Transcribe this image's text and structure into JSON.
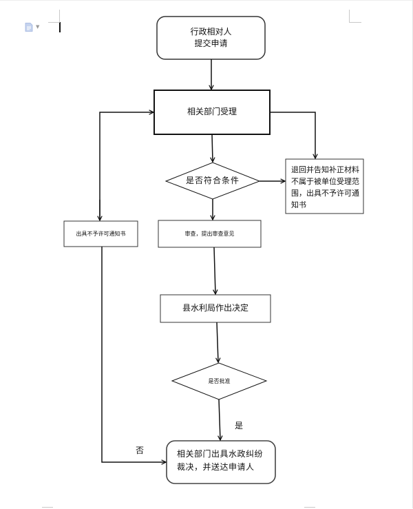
{
  "page": {
    "toolbar_icon": "document-icon"
  },
  "flowchart": {
    "nodes": {
      "start": {
        "line1": "行政相对人",
        "line2": "提交申请"
      },
      "accept": {
        "label": "相关部门受理"
      },
      "condition": {
        "label": "是否符合条件"
      },
      "return_notice": {
        "text": "退回并告知补正材料不属于被单位受理范围，出具不予许可通知书"
      },
      "deny_notice": {
        "label": "出具不予许可通知书"
      },
      "review": {
        "label": "审查，提出审查意见"
      },
      "decision": {
        "label": "县水利局作出决定"
      },
      "approve_check": {
        "label": "是否批准"
      },
      "end": {
        "text": "相关部门出具水政纠纷裁决，并送达申请人"
      }
    },
    "edge_labels": {
      "yes": "是",
      "no": "否"
    },
    "colors": {
      "stroke": "#111111",
      "background": "#ffffff"
    }
  }
}
